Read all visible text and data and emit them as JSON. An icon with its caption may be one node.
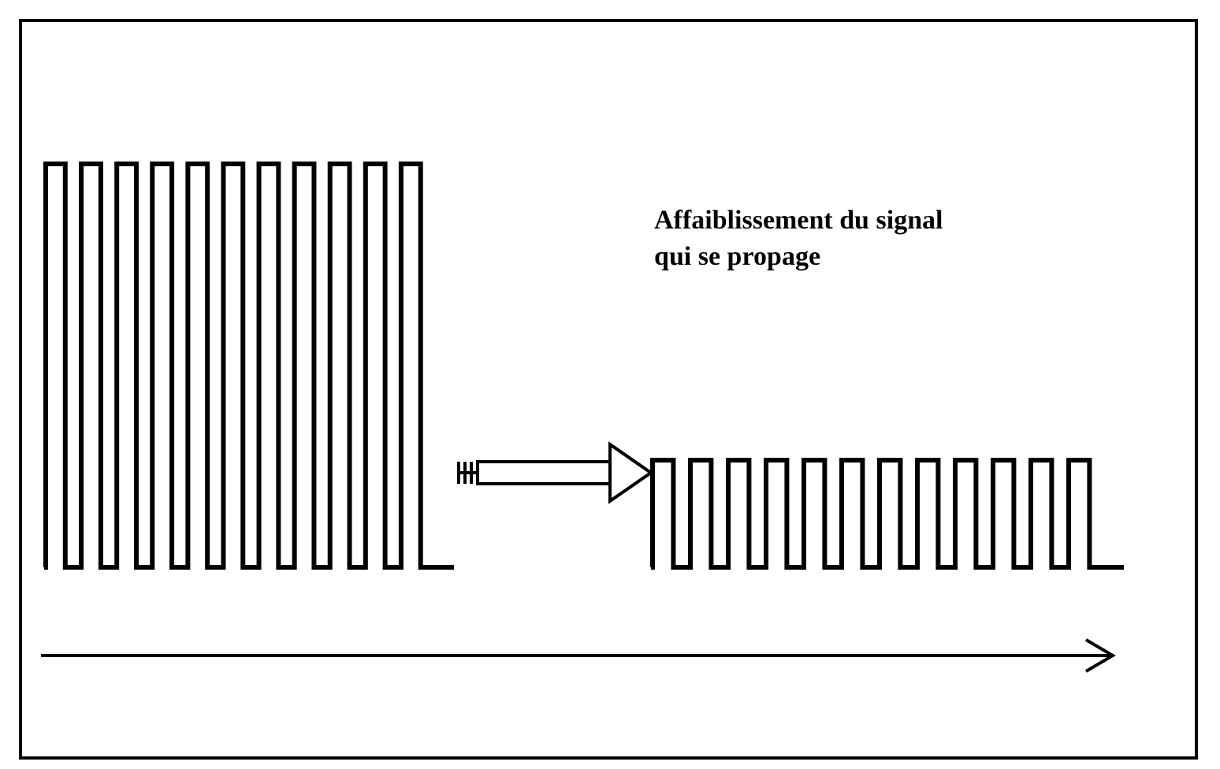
{
  "diagram": {
    "nodes": [
      {
        "text": [],
        "shape": "wave"
      },
      {
        "text": [],
        "shape": "wave"
      }
    ],
    "edges": [
      {
        "from": 0,
        "to": 1,
        "arrow": "to"
      }
    ],
    "labels": [
      "Affaiblissement du signal qui se propage"
    ]
  }
}
